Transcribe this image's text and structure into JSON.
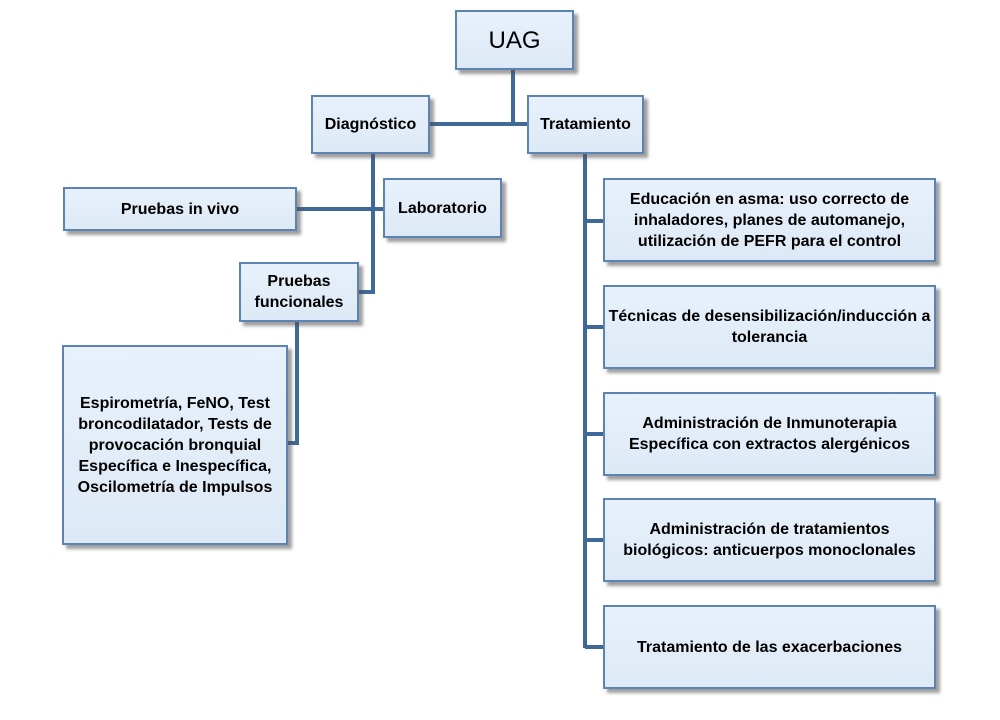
{
  "colors": {
    "connector": "#3f6a97",
    "box_border": "#5b84b4",
    "box_fill": "#e3edf8"
  },
  "nodes": {
    "root": "UAG",
    "diagnostico": "Diagnóstico",
    "tratamiento": "Tratamiento",
    "pruebas_in_vivo": "Pruebas in vivo",
    "laboratorio": "Laboratorio",
    "pruebas_funcionales": "Pruebas funcionales",
    "pruebas_funcionales_detalle": "Espirometría, FeNO, Test broncodilatador, Tests de provocación bronquial Específica e Inespecífica, Oscilometría de Impulsos",
    "educacion": "Educación en asma: uso correcto de inhaladores, planes de automanejo, utilización de PEFR para el control",
    "desensibilizacion": "Técnicas de desensibilización/inducción a tolerancia",
    "inmunoterapia": "Administración de Inmunoterapia Específica con extractos alergénicos",
    "biologicos": "Administración de tratamientos biológicos: anticuerpos monoclonales",
    "exacerbaciones": "Tratamiento de las exacerbaciones"
  }
}
